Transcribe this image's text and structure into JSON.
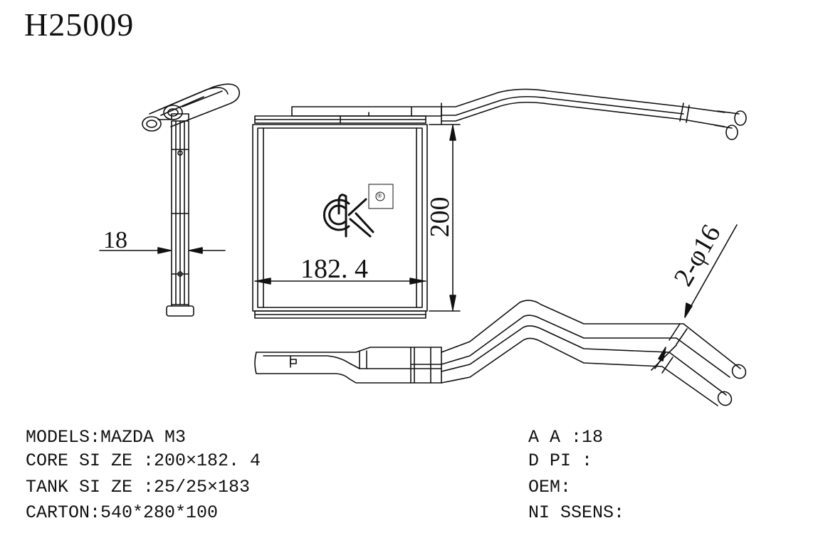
{
  "title": "H25009",
  "dimensions": {
    "thickness": "18",
    "height": "200",
    "width": "182. 4",
    "pipe": "2-φ16"
  },
  "specs_left": [
    {
      "label": "MODELS:",
      "value": "MAZDA M3"
    },
    {
      "label": "CORE SI ZE :",
      "value": "200×182. 4"
    },
    {
      "label": "TANK SI ZE :",
      "value": "25/25×183"
    },
    {
      "label": "CARTON:",
      "value": "540*280*100"
    }
  ],
  "specs_right": [
    {
      "label": "A A :",
      "value": "18"
    },
    {
      "label": "D PI :",
      "value": ""
    },
    {
      "label": "OEM:",
      "value": ""
    },
    {
      "label": "NI SSENS:",
      "value": ""
    }
  ],
  "logo": {
    "icon": "ck-logo-icon",
    "mark": "registered-mark-icon"
  }
}
